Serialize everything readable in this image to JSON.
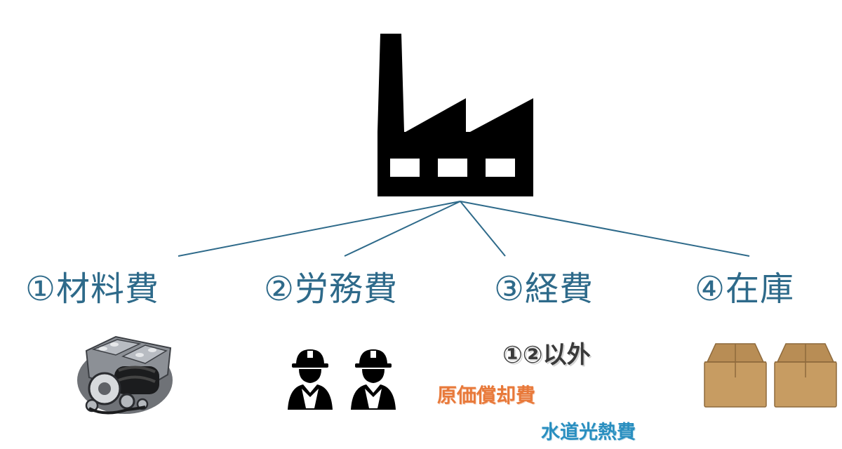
{
  "colors": {
    "accent": "#2e6a8a",
    "line": "#2e6a8a",
    "depreciation": "#e8793a",
    "utilities": "#2a8fc0",
    "other_note": "#3a3a3a",
    "box": "#c79c62"
  },
  "factory": {
    "icon": "factory-icon"
  },
  "categories": [
    {
      "label": "①材料費",
      "illustration": "engine-icon"
    },
    {
      "label": "②労務費",
      "illustration": "workers-icon"
    },
    {
      "label": "③経費",
      "illustration": ""
    },
    {
      "label": "④在庫",
      "illustration": "boxes-icon"
    }
  ],
  "expense_notes": {
    "other": "①②以外",
    "depreciation": "原価償却費",
    "utilities": "水道光熱費"
  }
}
